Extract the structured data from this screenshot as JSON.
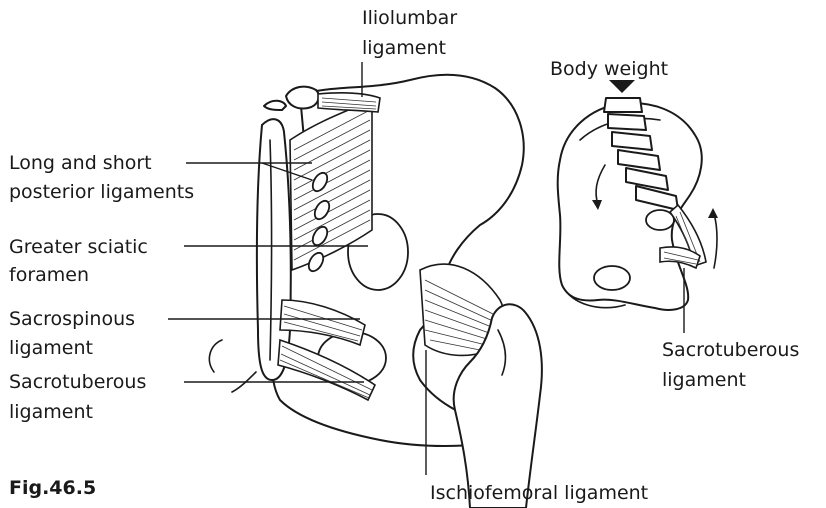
{
  "labels": {
    "iliolumbar_line1": "Iliolumbar",
    "iliolumbar_line2": "ligament",
    "long_short_line1": "Long and short",
    "long_short_line2": "posterior ligaments",
    "sciatic_line1": "Greater sciatic",
    "sciatic_line2": "foramen",
    "sacrospinous_line1": "Sacrospinous",
    "sacrospinous_line2": "ligament",
    "sacrotuberous_left_line1": "Sacrotuberous",
    "sacrotuberous_left_line2": "ligament",
    "ischiofemoral": "Ischiofemoral ligament",
    "body_weight": "Body weight",
    "sacrotuberous_right_line1": "Sacrotuberous",
    "sacrotuberous_right_line2": "ligament"
  },
  "figure_number": "Fig.46.5",
  "colors": {
    "ink": "#1a1a1a",
    "shade": "#d6d6d6",
    "paper": "#ffffff"
  }
}
